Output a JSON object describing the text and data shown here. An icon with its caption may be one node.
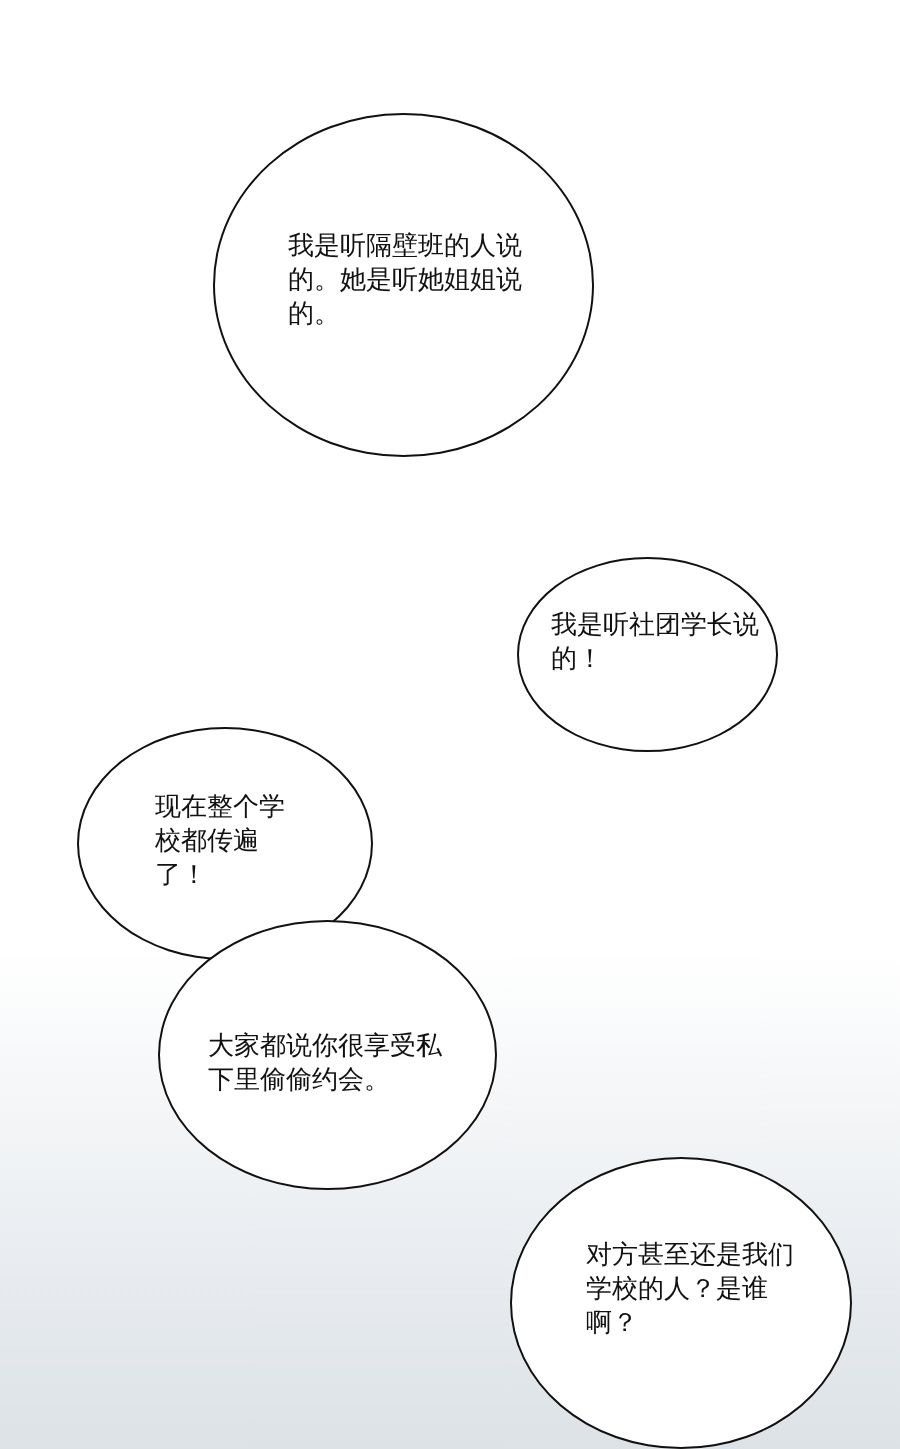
{
  "diagram": {
    "nodes": [
      {
        "text": [
          "我是听隔壁班的人说的。她是听她姐姐说的。"
        ]
      },
      {
        "text": [
          "我是听社团学长说的！"
        ]
      },
      {
        "text": [
          "现在整个学校都传遍了！"
        ]
      },
      {
        "text": [
          "大家都说你很享受私下里偷偷约会。"
        ]
      },
      {
        "text": [
          "对方甚至还是我们学校的人？是谁啊？"
        ]
      }
    ]
  }
}
